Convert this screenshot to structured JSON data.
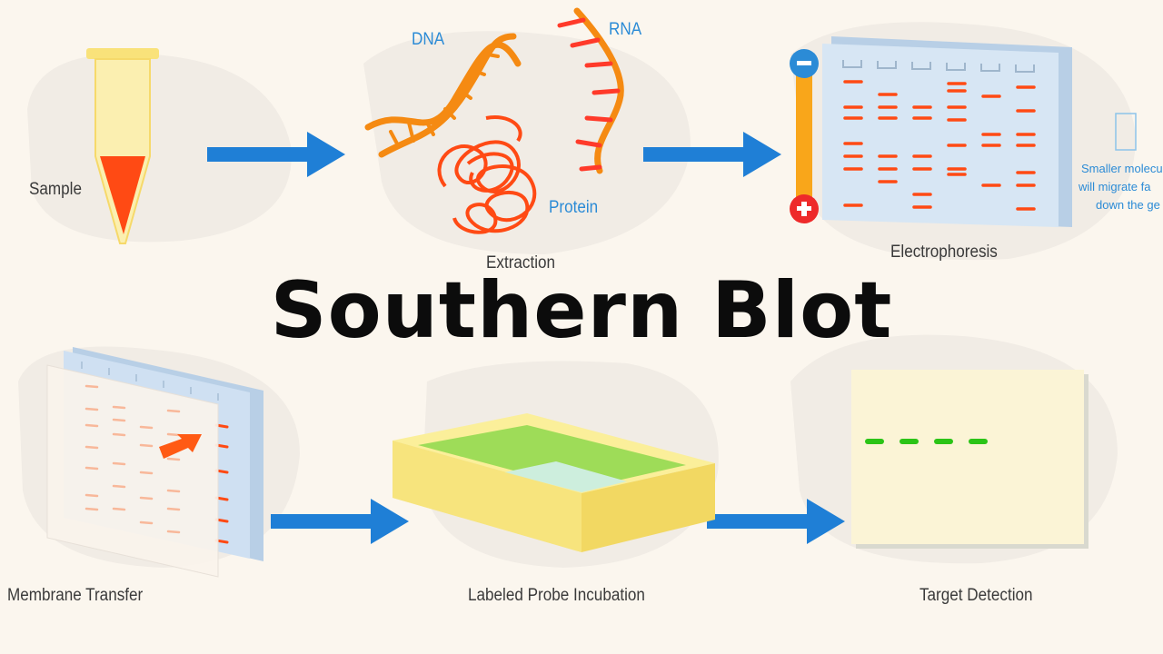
{
  "title": "Southern Blot",
  "steps": {
    "sample": "Sample",
    "extraction": "Extraction",
    "electrophoresis": "Electrophoresis",
    "membrane_transfer": "Membrane Transfer",
    "probe_incubation": "Labeled Probe Incubation",
    "target_detection": "Target Detection"
  },
  "molecules": {
    "dna": "DNA",
    "rna": "RNA",
    "protein": "Protein"
  },
  "gel_note": [
    "Smaller molecu",
    "will migrate fa",
    "down the ge"
  ],
  "electrodes": {
    "negative": "−",
    "positive": "+"
  },
  "colors": {
    "background": "#fbf6ee",
    "arrow": "#1f7fd6",
    "band": "#ff4a14",
    "gel": "#d7e6f4",
    "detection_band": "#2bc417"
  },
  "icons": [
    "sample-tube-icon",
    "dna-helix-icon",
    "rna-strand-icon",
    "protein-coil-icon",
    "gel-slab-icon",
    "membrane-icon",
    "incubation-tray-icon",
    "detection-film-icon"
  ]
}
